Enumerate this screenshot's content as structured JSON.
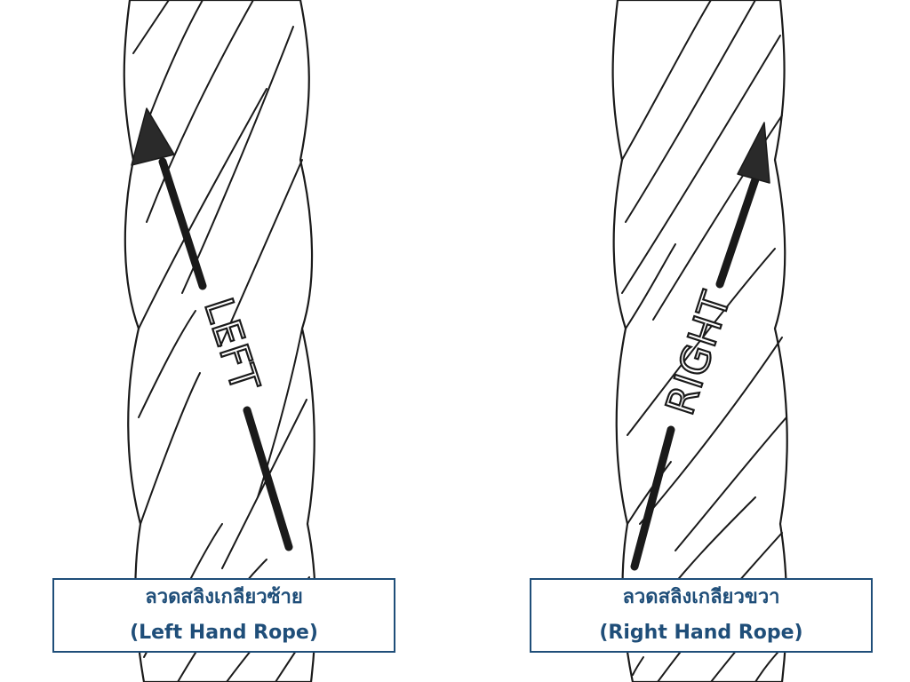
{
  "ropes": [
    {
      "id": "left",
      "direction_text": "LEFT",
      "label_thai": "ลวดสลิงเกลียวซ้าย",
      "label_english": "(Left Hand Rope)"
    },
    {
      "id": "right",
      "direction_text": "RIGHT",
      "label_thai": "ลวดสลิงเกลียวขวา",
      "label_english": "(Right Hand Rope)"
    }
  ],
  "colors": {
    "outline": "#1a1a1a",
    "label_border": "#1f4e79",
    "label_text": "#1f4e79",
    "background": "#ffffff"
  }
}
